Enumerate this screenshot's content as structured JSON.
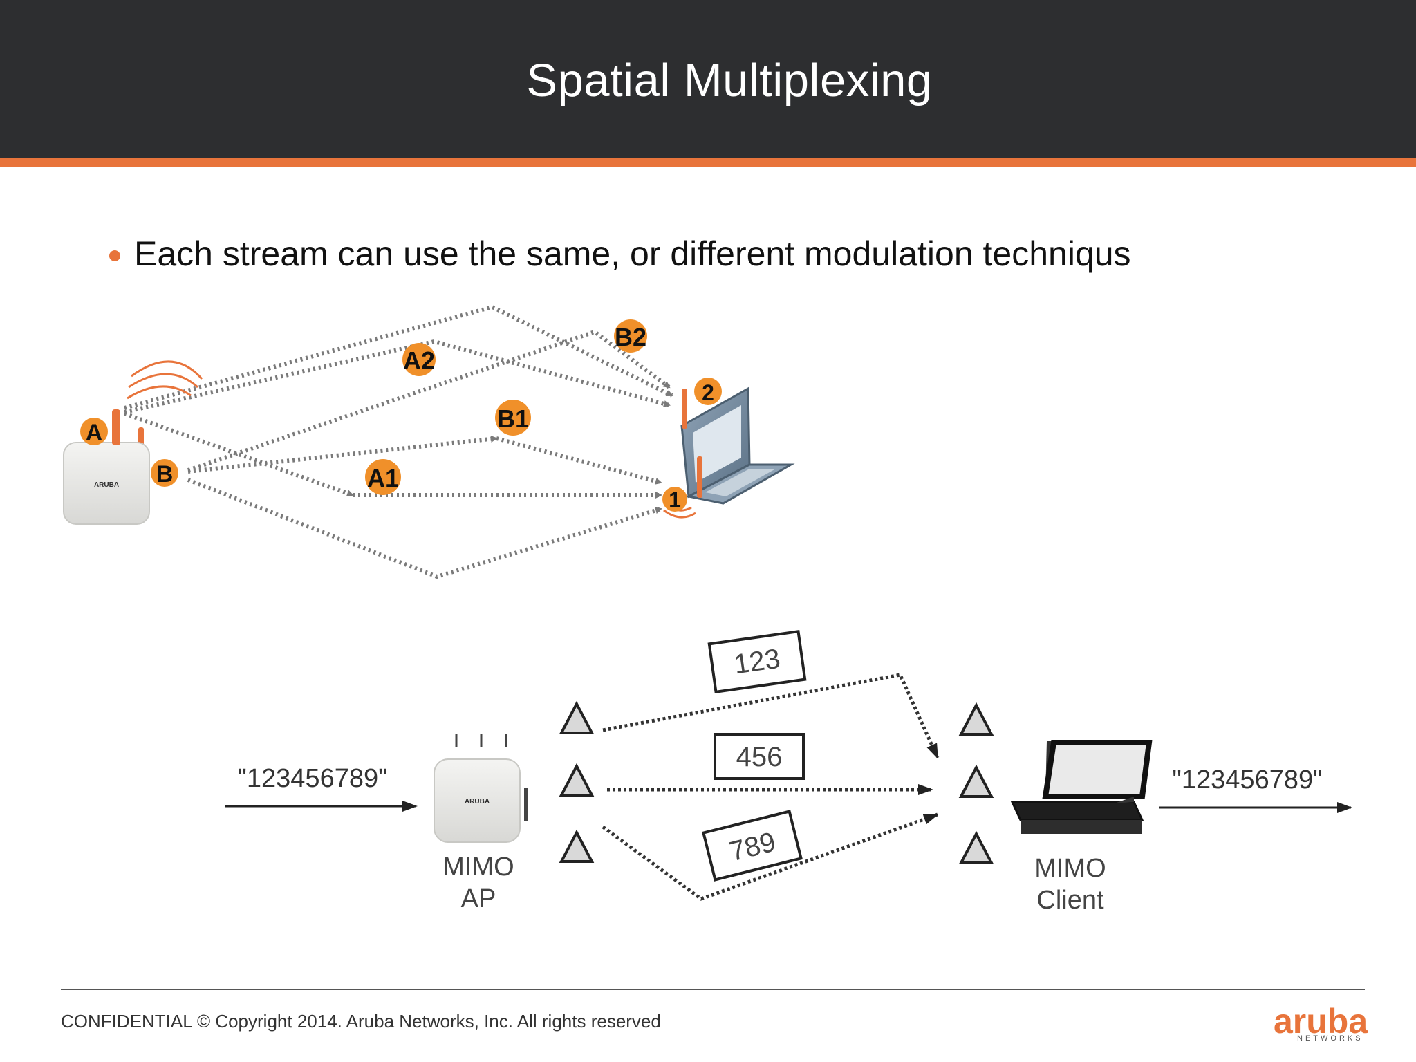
{
  "slide": {
    "title": "Spatial Multiplexing",
    "bullet": "Each stream can use the same, or different modulation techniqus"
  },
  "diagram_top": {
    "labels": {
      "tx_antenna_a": "A",
      "tx_antenna_b": "B",
      "stream_a1": "A1",
      "stream_a2": "A2",
      "stream_b1": "B1",
      "stream_b2": "B2",
      "rx_antenna_1": "1",
      "rx_antenna_2": "2"
    },
    "ap_brand": "ARUBA"
  },
  "diagram_bottom": {
    "input_string": "\"123456789\"",
    "output_string": "\"123456789\"",
    "stream_values": [
      "123",
      "456",
      "789"
    ],
    "ap_label_line1": "MIMO",
    "ap_label_line2": "AP",
    "client_label_line1": "MIMO",
    "client_label_line2": "Client",
    "ap_brand": "ARUBA"
  },
  "footer": {
    "copyright": "CONFIDENTIAL © Copyright 2014. Aruba Networks, Inc. All rights reserved",
    "logo_word": "aruba",
    "logo_sub": "NETWORKS"
  },
  "colors": {
    "title_bar": "#2d2e30",
    "accent_orange": "#e8743b",
    "arrow_gray": "#7a7a7a"
  }
}
